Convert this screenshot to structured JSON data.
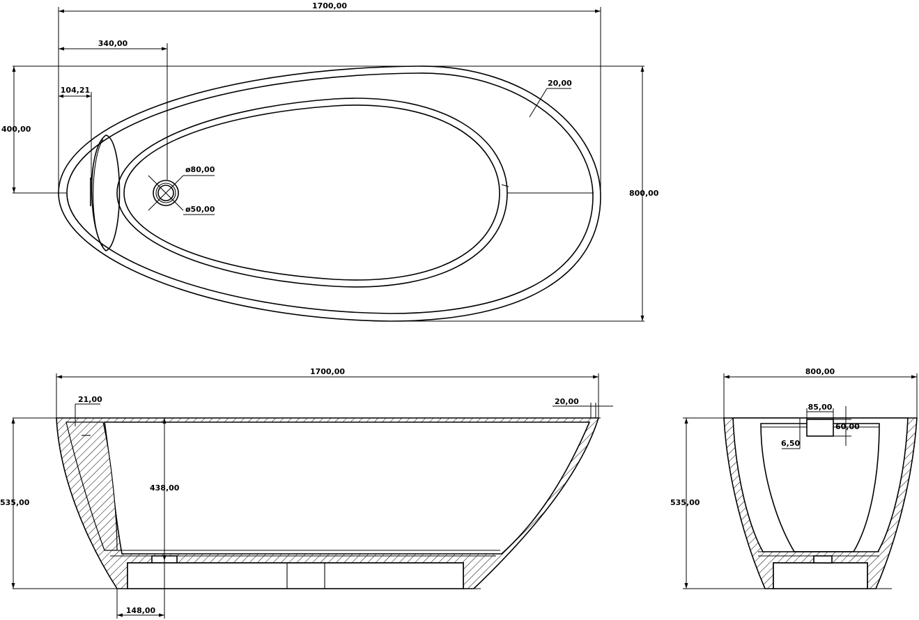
{
  "top_view": {
    "length": "1700,00",
    "drain_offset": "340,00",
    "headrest_offset": "104,21",
    "half_width": "400,00",
    "width": "800,00",
    "rim": "20,00",
    "drain_outer": "ø80,00",
    "drain_inner": "ø50,00"
  },
  "side_view": {
    "length": "1700,00",
    "wall_left": "21,00",
    "wall_right": "20,00",
    "height": "535,00",
    "inner_depth": "438,00",
    "drain_from_base": "148,00"
  },
  "end_view": {
    "width": "800,00",
    "height": "535,00",
    "overflow_width": "85,00",
    "overflow_height": "60,00",
    "overflow_offset": "6,50"
  }
}
